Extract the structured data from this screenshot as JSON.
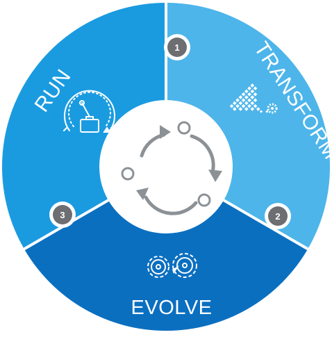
{
  "segments": [
    {
      "id": "run",
      "label": "RUN",
      "color": "#1a9be0"
    },
    {
      "id": "transform",
      "label": "TRANSFORM",
      "color": "#4db5ea"
    },
    {
      "id": "evolve",
      "label": "EVOLVE",
      "color": "#0b6fc0"
    }
  ],
  "badges": [
    "1",
    "2",
    "3"
  ],
  "colors": {
    "center_fill": "#ffffff",
    "cycle_arrow": "#8c9196",
    "badge_fill": "#6d6e71",
    "badge_ring": "#ffffff",
    "icon_stroke": "#ffffff"
  },
  "icons": {
    "run": "speedometer-briefcase-icon",
    "transform": "pixel-dissolve-gear-icon",
    "evolve": "gears-icon",
    "center": "cycle-arrows-icon"
  }
}
